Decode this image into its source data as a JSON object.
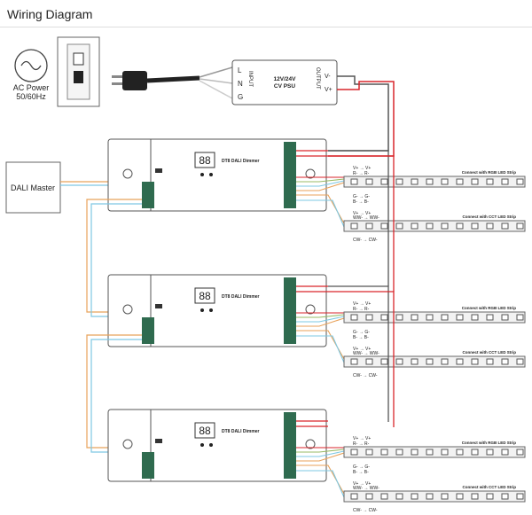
{
  "header": {
    "title": "Wiring Diagram"
  },
  "ac_power": {
    "label": "AC Power",
    "freq": "50/60Hz"
  },
  "psu": {
    "inputs": [
      "L",
      "N",
      "G"
    ],
    "input_label": "INPUT",
    "name_line1": "12V/24V",
    "name_line2": "CV PSU",
    "output_label": "OUTPUT",
    "outputs": [
      "V-",
      "V+"
    ]
  },
  "dali_master": {
    "label": "DALI Master"
  },
  "dimmer": {
    "name": "DT8 DALI Dimmer",
    "display": "88"
  },
  "strips": {
    "rgb_label": "Connect with RGB LED Strip",
    "cct_label": "Connect with CCT LED Strip",
    "rgb_map": [
      "V+ → V+",
      "R- → R-",
      "G- → G-",
      "B- → B-"
    ],
    "cct_map": [
      "V+ → V+",
      "WW- → WW-",
      "CW- → CW-"
    ]
  },
  "colors": {
    "red_wire": "#d9262b",
    "black_wire": "#333333",
    "blue_wire": "#7ec8e3",
    "orange_wire": "#e8a25a",
    "terminal": "#2f6b4f"
  }
}
